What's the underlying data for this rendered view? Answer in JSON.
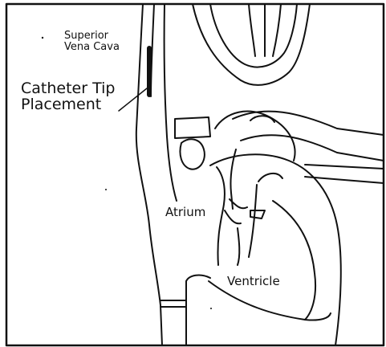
{
  "diagram": {
    "labels": {
      "superior_vena_cava": [
        "Superior",
        "Vena Cava"
      ],
      "catheter_tip_placement": [
        "Catheter Tip",
        "Placement"
      ],
      "atrium": "Atrium",
      "ventricle": "Ventricle"
    },
    "colors": {
      "line": "#111111",
      "background": "#ffffff"
    }
  }
}
